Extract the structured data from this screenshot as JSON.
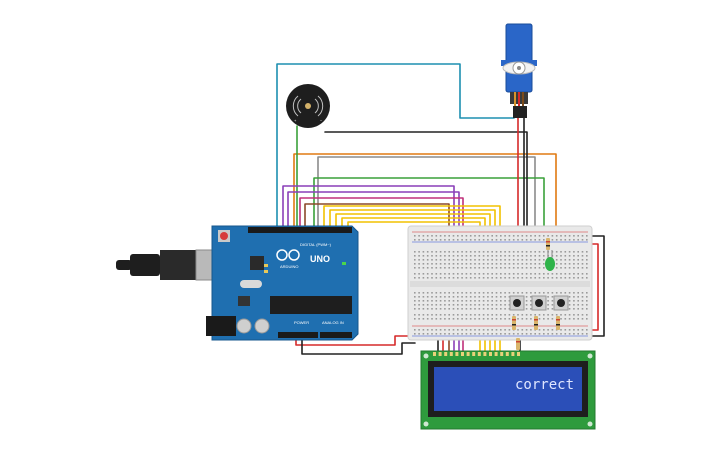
{
  "arduino": {
    "model": "UNO",
    "brand": "ARDUINO",
    "header_digital": "DIGITAL (PWM~)",
    "header_power": "POWER",
    "header_analog": "ANALOG IN"
  },
  "lcd": {
    "message": "correct"
  },
  "buzzer": {
    "plus": "+",
    "minus": "−"
  },
  "colors": {
    "board": "#1f6fb0",
    "breadboard": "#e9e9e9",
    "lcd_pcb": "#2e9b3d",
    "lcd_screen": "#2b4fb8",
    "wire_red": "#d62a2a",
    "wire_black": "#222222",
    "wire_yellow": "#f2c200",
    "wire_purple": "#8a3fb8",
    "wire_orange": "#e07a12",
    "wire_green": "#3aa13a",
    "wire_teal": "#1d8fb0",
    "wire_gray": "#8c8c8c",
    "led": "#2fb34a"
  }
}
